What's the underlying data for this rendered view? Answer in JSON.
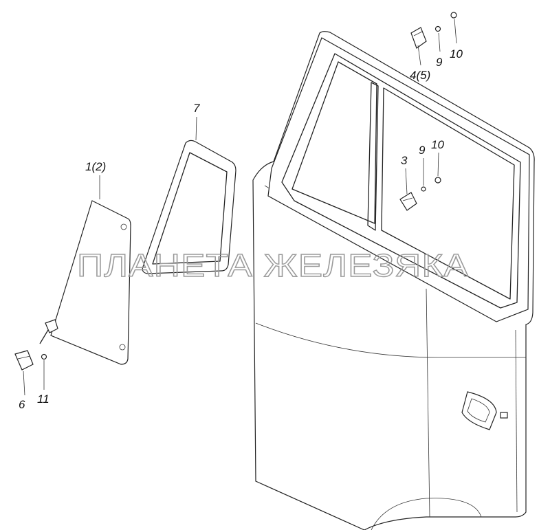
{
  "diagram": {
    "labels": {
      "glass": "1(2)",
      "vent_frame": "7",
      "bracket": "3",
      "washer_lower": "9",
      "bolt_lower": "10",
      "hinge": "4(5)",
      "washer_upper": "9",
      "bolt_upper": "10",
      "latch": "6",
      "screw": "11"
    },
    "watermark": "ПЛАНЕТА ЖЕЛЕЗЯКА"
  }
}
